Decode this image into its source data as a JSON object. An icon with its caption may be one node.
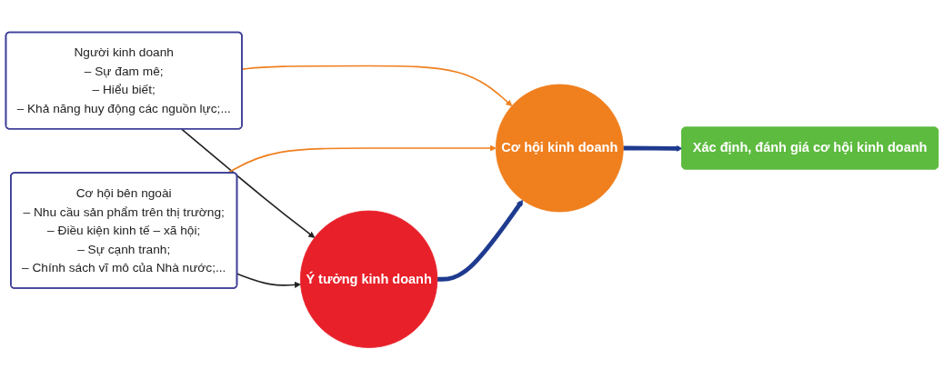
{
  "diagram": {
    "nodes": [
      {
        "text": [
          "Người kinh doanh",
          "– Sự đam mê;",
          "– Hiểu biết;",
          "– Khả năng huy động các nguồn lực;..."
        ]
      },
      {
        "text": [
          "Cơ hội bên ngoài",
          "– Nhu cầu sản phẩm trên thị trường;",
          "– Điều kiện kinh tế – xã hội;",
          "– Sự cạnh tranh;",
          "– Chính sách vĩ mô của Nhà nước;..."
        ]
      },
      {
        "text": [
          "Ý tưởng kinh doanh"
        ]
      },
      {
        "text": [
          "Cơ hội kinh doanh"
        ]
      },
      {
        "text": [
          "Xác định, đánh giá cơ hội kinh doanh"
        ]
      }
    ],
    "edges": [
      {
        "from": 0,
        "to": 2,
        "arrow": "to"
      },
      {
        "from": 1,
        "to": 2,
        "arrow": "to"
      },
      {
        "from": 0,
        "to": 3,
        "arrow": "to",
        "color": "#f07f1e"
      },
      {
        "from": 1,
        "to": 3,
        "arrow": "to",
        "color": "#f07f1e"
      },
      {
        "from": 2,
        "to": 3,
        "arrow": "to",
        "style": "thick",
        "color": "#1f3b8f"
      },
      {
        "from": 3,
        "to": 4,
        "arrow": "to",
        "style": "thick",
        "color": "#1f3b8f"
      }
    ]
  }
}
